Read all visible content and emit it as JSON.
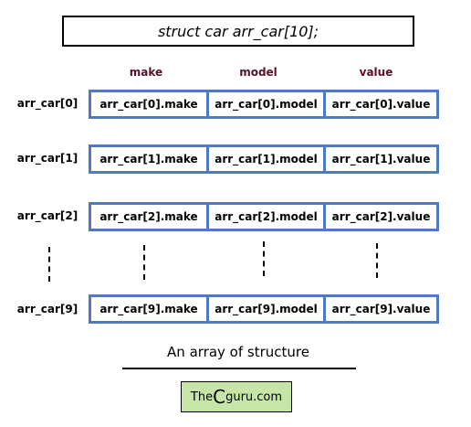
{
  "declaration": "struct car arr_car[10];",
  "columns": [
    "make",
    "model",
    "value"
  ],
  "rows": [
    {
      "label": "arr_car[0]",
      "cells": [
        "arr_car[0].make",
        "arr_car[0].model",
        "arr_car[0].value"
      ]
    },
    {
      "label": "arr_car[1]",
      "cells": [
        "arr_car[1].make",
        "arr_car[1].model",
        "arr_car[1].value"
      ]
    },
    {
      "label": "arr_car[2]",
      "cells": [
        "arr_car[2].make",
        "arr_car[2].model",
        "arr_car[2].value"
      ]
    },
    {
      "label": "arr_car[9]",
      "cells": [
        "arr_car[9].make",
        "arr_car[9].model",
        "arr_car[9].value"
      ]
    }
  ],
  "caption": "An array of structure",
  "logo": {
    "prefix": "The",
    "big": "C",
    "suffix": "guru.com"
  },
  "colors": {
    "cell_border": "#4f79c0",
    "header_text": "#5a0f2c",
    "logo_bg": "#c6e6a8"
  }
}
